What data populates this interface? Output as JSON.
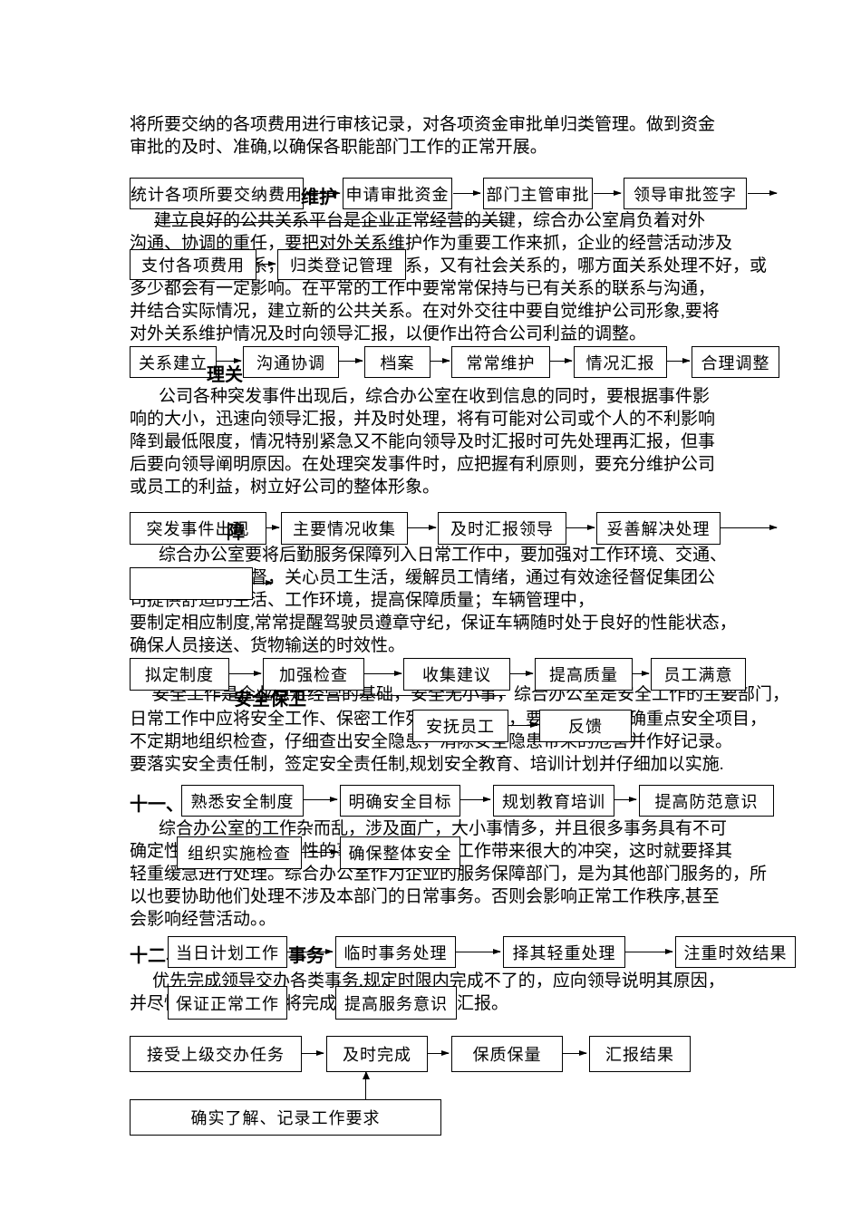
{
  "doc": {
    "para1": [
      "将所要交纳的各项费用进行审核记录，对各项资金审批单归类管理。做到资金",
      "审批的及时、准确,以确保各职能部门工作的正常开展。"
    ],
    "flow_funds": [
      "统计各项所要交纳费用",
      "申请审批资金",
      "部门主管审批",
      "领导审批签字"
    ],
    "frag_weihu": "维护",
    "flow_funds2": [
      "支付各项费用",
      "归类登记管理"
    ],
    "para2": [
      "建立良好的公共关系平台是企业正常经营的关键，综合办公室肩负着对外",
      "沟通、协调的重任，要把对外关系维护作为重要工作来抓，企业的经营活动涉及",
      "到方方面面的关系，既有政府部门关系，又有社会关系的，哪方面关系处理不好，或",
      "多少都会有一定影响。在平常的工作中要常常保持与已有关系的联系与沟通，",
      "并结合实际情况，建立新的公共关系。在对外交往中要自觉维护公司形象,要将",
      "对外关系维护情况及时向领导汇报，以便作出符合公司利益的调整。"
    ],
    "flow_relation": [
      "关系建立",
      "沟通协调",
      "档案",
      "常常维护",
      "情况汇报",
      "合理调整"
    ],
    "frag_liguan": "理关",
    "para3": [
      "公司各种突发事件出现后，综合办公室在收到信息的同时，要根据事件影",
      "响的大小，迅速向领导汇报，并及时处理，将有可能对公司或个人的不利影响",
      "降到最低限度，情况特别紧急又不能向领导及时汇报时可先处理再汇报，但事",
      "后要向领导阐明原因。在处理突发事件时，应把握有利原则，要充分维护公司",
      "或员工的利益，树立好公司的整体形象。"
    ],
    "flow_emergency": [
      "突发事件出现",
      "主要情况收集",
      "及时汇报领导",
      "妥善解决处理"
    ],
    "frag_zhang": "障",
    "para4": [
      "综合办公室要将后勤服务保障列入日常工作中，要加强对工作环境、交通、",
      "公寓管理进行监督，关心员工生活，缓解员工情绪，通过有效途径督促集团公",
      "司提供舒适的生活、工作环境，提高保障质量；车辆管理中，",
      "要制定相应制度,常常提醒驾驶员遵章守纪，保证车辆随时处于良好的性能状态，",
      "确保人员接送、货物输送的时效性。"
    ],
    "flow_logistics": [
      "拟定制度",
      "加强检查",
      "收集建议",
      "提高质量",
      "员工满意"
    ],
    "flow_logistics2": [
      "安抚员工",
      "反馈"
    ],
    "frag_anquan": "安全保卫",
    "para5": [
      "安全工作是企业稳定经营的基础，安全无小事，综合办公室是安全工作的主要部门，",
      "日常工作中应将安全工作、保密工作列入议事日程，要求各部门明确重点安全项目，",
      "不定期地组织检查，仔细查出安全隐患，消除安全隐患带来的危害并作好记录。",
      "要落实安全责任制，签定安全责任制,规划安全教育、培训计划并仔细加以实施."
    ],
    "h11": "十一、",
    "flow_safety": [
      "熟悉安全制度",
      "明确安全目标",
      "规划教育培训",
      "提高防范意识"
    ],
    "flow_safety2": [
      "组织实施检查",
      "确保整体安全"
    ],
    "para6": [
      "综合办公室的工作杂而乱，涉及面广，大小事情多，并且很多事务具有不可",
      "确定性，而且有些临时性的事务会给正常的工作带来很大的冲突，这时就要择其",
      "轻重缓急进行处理。综合办公室作为企业的服务保障部门，是为其他部门服务的，所",
      "以也要协助他们处理不涉及本部门的日常事务。否则会影响正常工作秩序,甚至",
      "会影响经营活动。。"
    ],
    "h12": "十二、",
    "h12b": "事务",
    "flow_daily": [
      "当日计划工作",
      "临时事务处理",
      "择其轻重处理",
      "注重时效结果"
    ],
    "flow_daily2": [
      "保证正常工作",
      "提高服务意识"
    ],
    "para7": [
      "优先完成领导交办各类事务,规定时限内完成不了的，应向领导说明其原因，",
      "并尽快处理完毕，并将完成情况及时向领导汇报。"
    ],
    "flow_tasks": [
      "接受上级交办任务",
      "及时完成",
      "保质保量",
      "汇报结果"
    ],
    "box_record": "确实了解、记录工作要求"
  }
}
